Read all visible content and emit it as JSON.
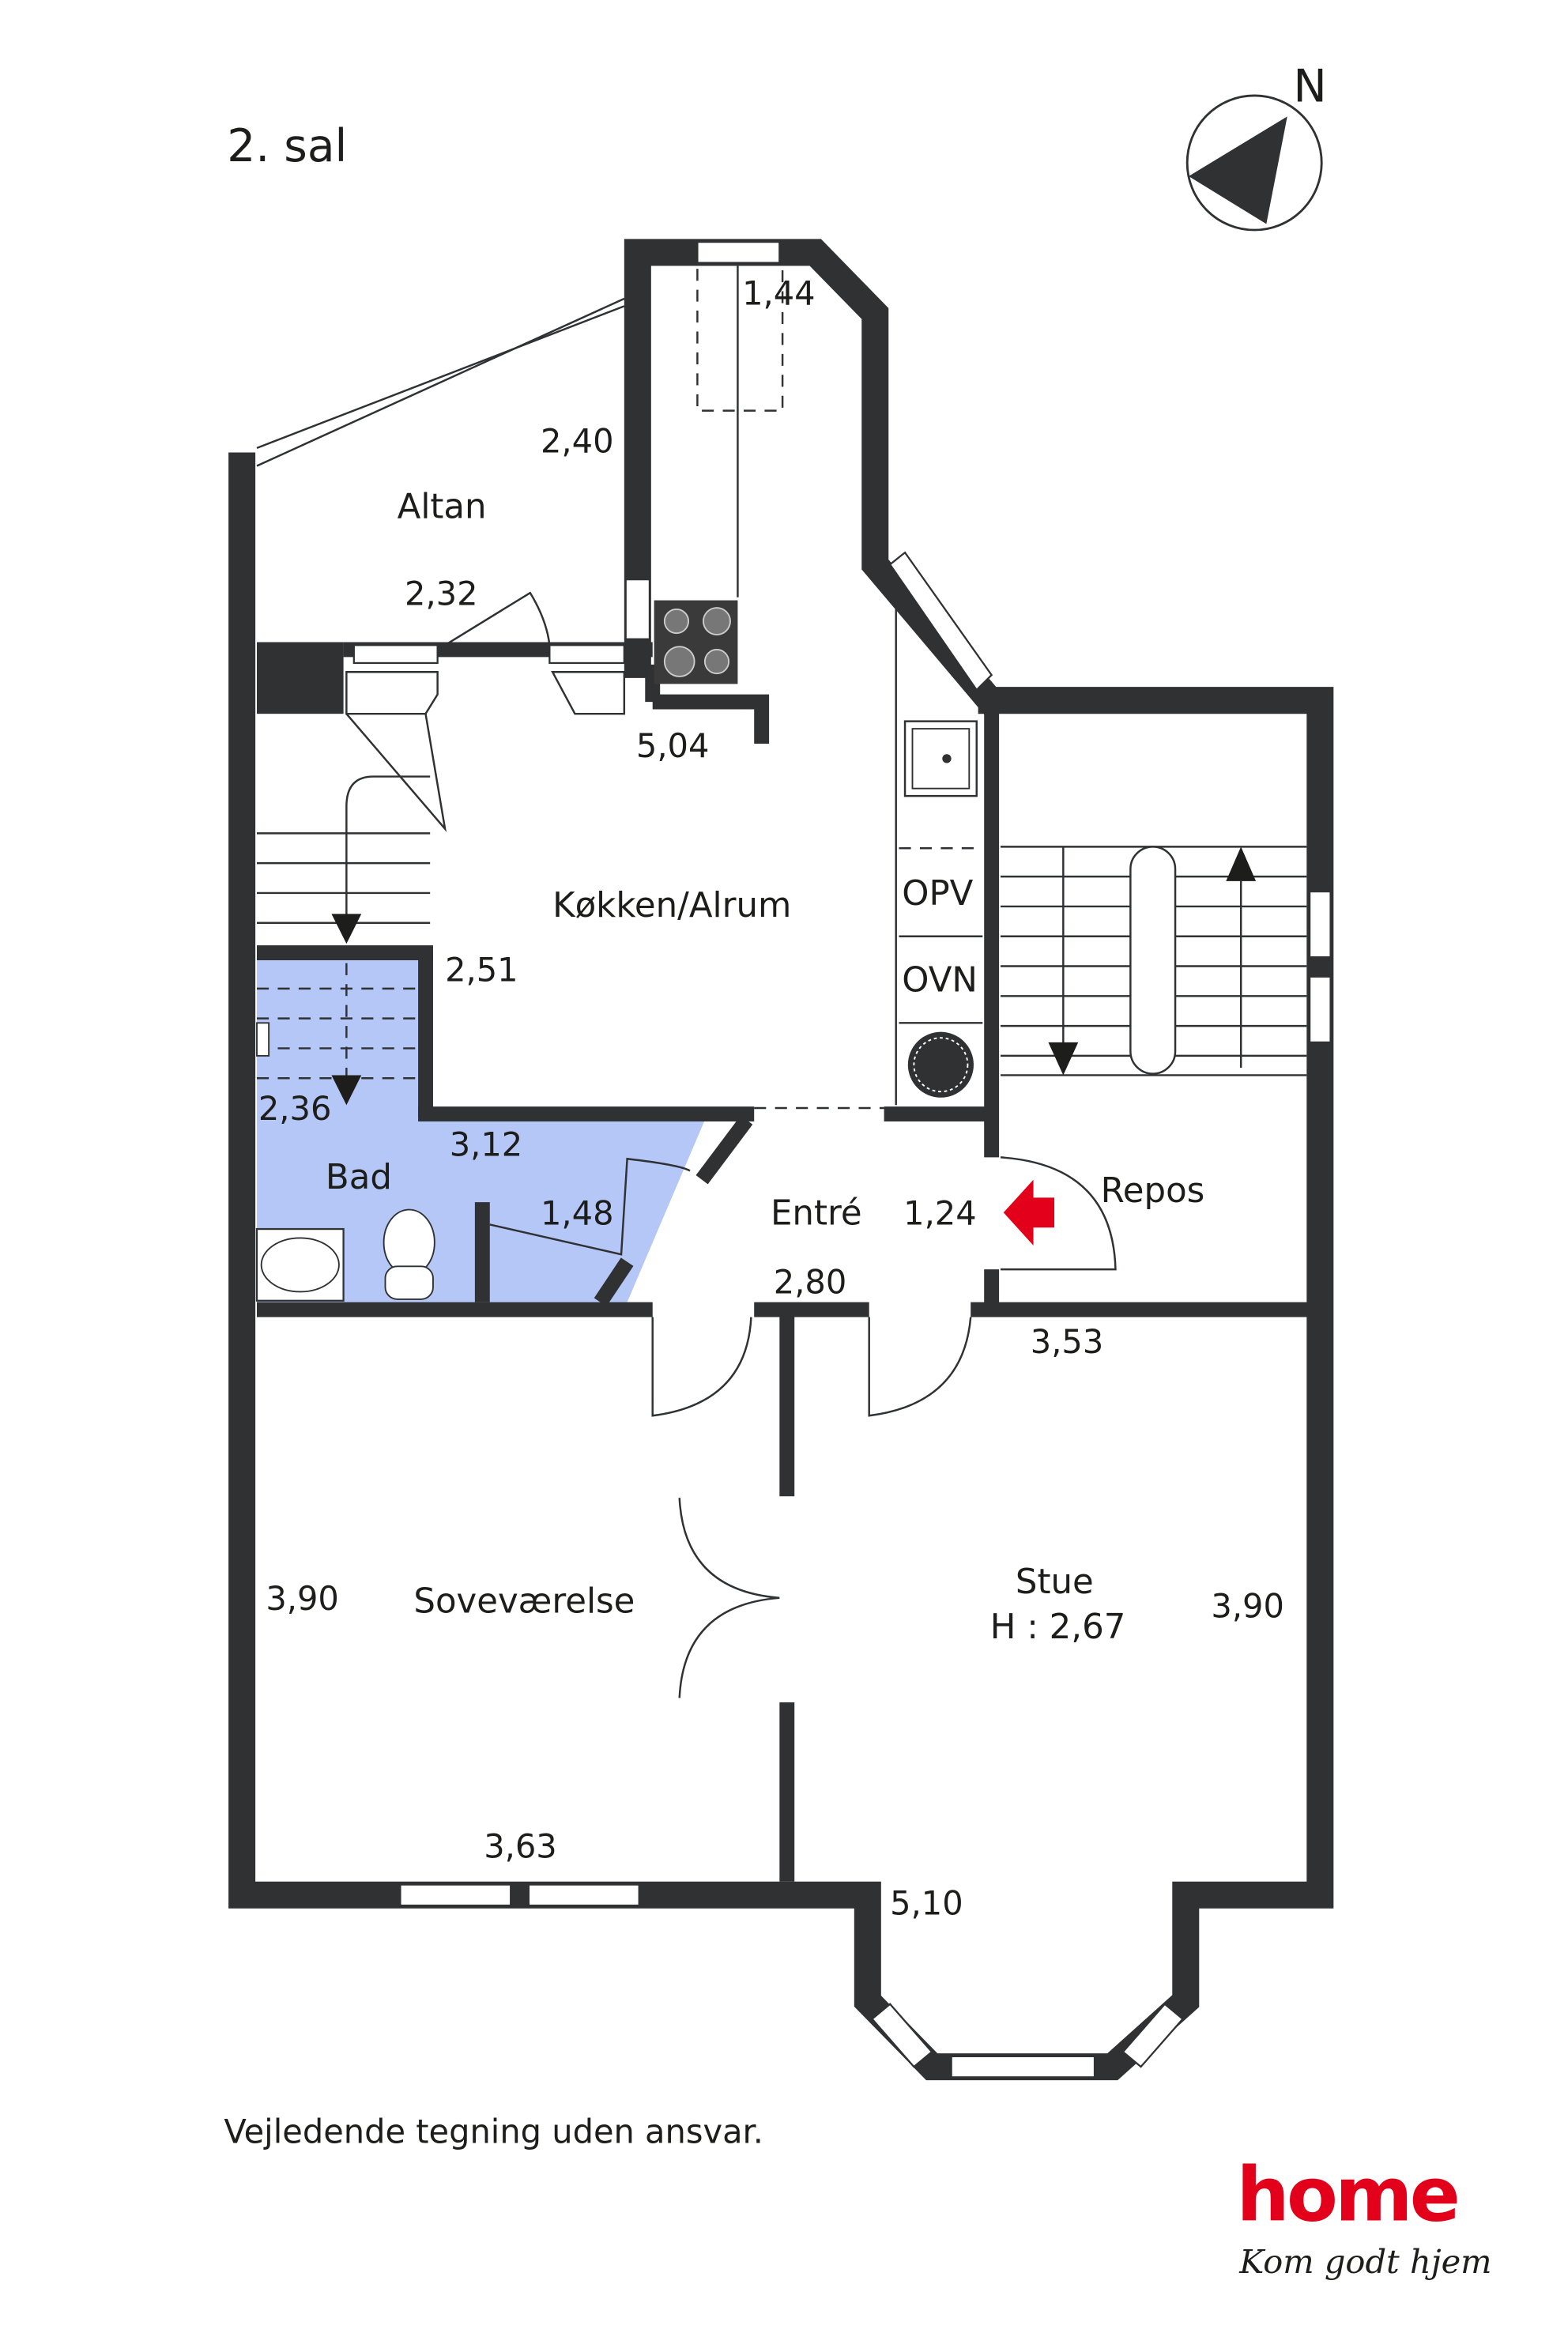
{
  "title": "2. sal",
  "compass": {
    "label": "N"
  },
  "rooms": {
    "altan": "Altan",
    "kitchen": "Køkken/Alrum",
    "bad": "Bad",
    "entre": "Entré",
    "repos": "Repos",
    "bedroom": "Soveværelse",
    "stue": "Stue",
    "stue_height": "H : 2,67",
    "opv": "OPV",
    "ovn": "OVN"
  },
  "dimensions": {
    "d144": "1,44",
    "d240": "2,40",
    "d232": "2,32",
    "d504": "5,04",
    "d251": "2,51",
    "d236": "2,36",
    "d312": "3,12",
    "d148": "1,48",
    "d124": "1,24",
    "d280": "2,80",
    "d353": "3,53",
    "d390a": "3,90",
    "d390b": "3,90",
    "d363": "3,63",
    "d510": "5,10"
  },
  "disclaimer": "Vejledende tegning uden ansvar.",
  "logo": {
    "brand": "home",
    "tagline": "Kom godt hjem"
  },
  "colors": {
    "wall": "#2f3133",
    "bath": "#b5c7f7",
    "brand": "#e2001a"
  }
}
